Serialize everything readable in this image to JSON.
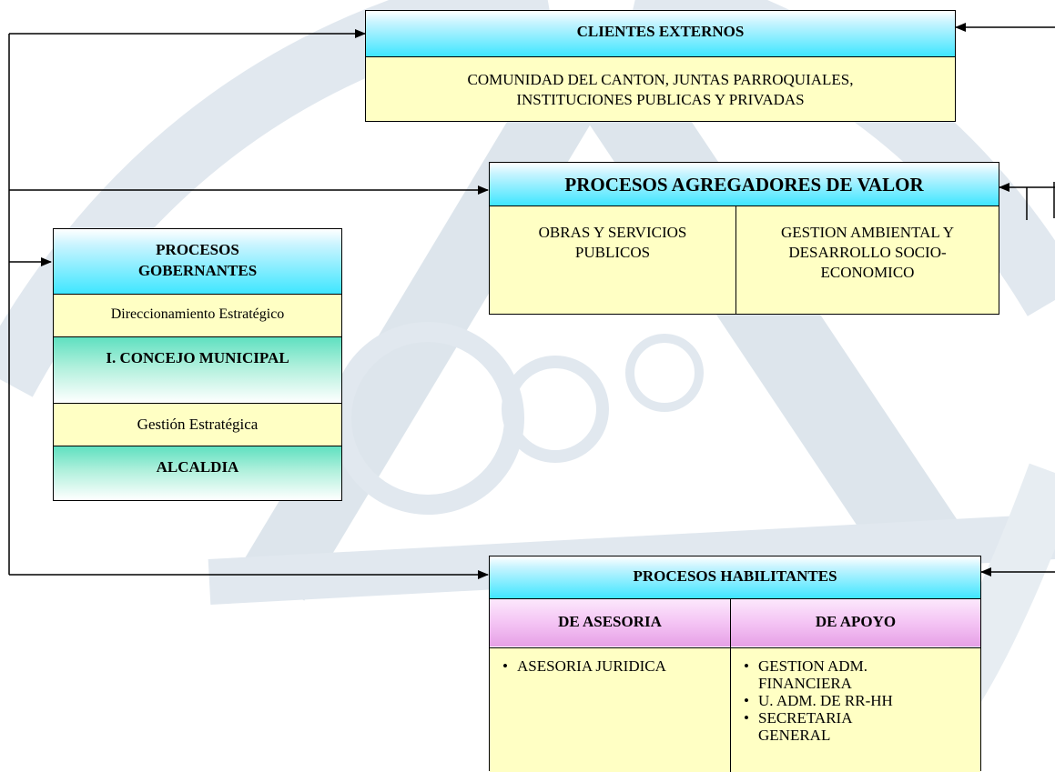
{
  "clientes": {
    "title": "CLIENTES EXTERNOS",
    "line1": "COMUNIDAD DEL CANTON,  JUNTAS PARROQUIALES,",
    "line2": "INSTITUCIONES PUBLICAS Y PRIVADAS"
  },
  "agregadores": {
    "title": "PROCESOS AGREGADORES DE VALOR",
    "col1": [
      "OBRAS Y SERVICIOS",
      "PUBLICOS"
    ],
    "col2": [
      "GESTION AMBIENTAL Y",
      "DESARROLLO SOCIO-",
      "ECONOMICO"
    ]
  },
  "gobernantes": {
    "title1": "PROCESOS",
    "title2": "GOBERNANTES",
    "direccionamiento": "Direccionamiento Estratégico",
    "concejo": "I. CONCEJO MUNICIPAL",
    "gestion": "Gestión  Estratégica",
    "alcaldia": "ALCALDIA"
  },
  "habilitantes": {
    "title": "PROCESOS  HABILITANTES",
    "asesoria_header": "DE ASESORIA",
    "apoyo_header": "DE APOYO",
    "asesoria_items": [
      "ASESORIA JURIDICA"
    ],
    "apoyo_items": [
      [
        "GESTION ADM.",
        "FINANCIERA"
      ],
      [
        "U. ADM. DE  RR-HH"
      ],
      [
        "SECRETARIA",
        "GENERAL"
      ]
    ]
  },
  "colors": {
    "header_cyan": "#3fe6ff",
    "cream": "#ffffc4",
    "teal": "#5fe0c0",
    "pink": "#f4c4f4",
    "watermark": "#dfe7ee"
  }
}
